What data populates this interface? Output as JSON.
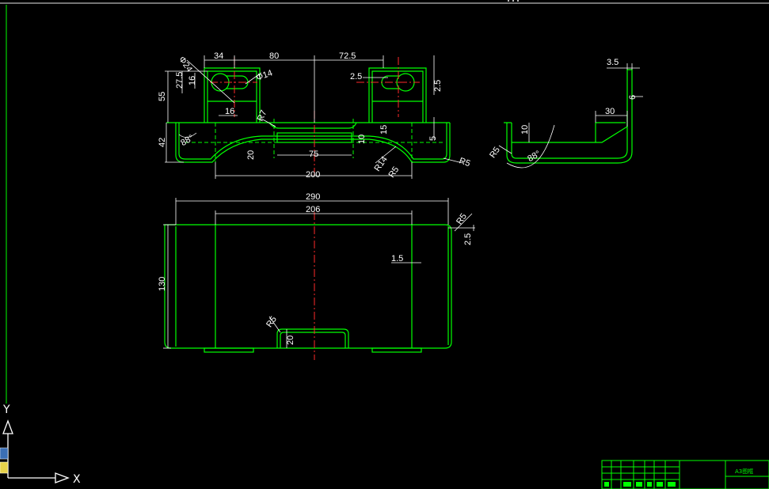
{
  "colors": {
    "background": "#000000",
    "part_outline": "#00ff00",
    "dimension": "#ffffff",
    "centerline": "#ff2a2a",
    "titleblock": "#00ff00"
  },
  "front_view": {
    "dims": {
      "d24": "Φ24",
      "d34": "34",
      "d80": "80",
      "d725": "72.5",
      "d14dia": "Φ14",
      "d275": "27.5",
      "d16a": "16",
      "d55": "55",
      "d16b": "16",
      "r7": "R7",
      "d25a": "2.5",
      "d25b": "2.5",
      "d15": "15",
      "d5": "5",
      "d42": "42",
      "a88": "88°",
      "d20a": "20",
      "d75": "75",
      "d10a": "10",
      "r14": "R14",
      "r5a": "R5",
      "r5b": "R5",
      "d200": "200"
    }
  },
  "side_view": {
    "dims": {
      "d35": "3.5",
      "d6": "6",
      "d30": "30",
      "d10": "10",
      "r5": "R5",
      "a88": "88°"
    }
  },
  "top_view": {
    "dims": {
      "d290": "290",
      "d206": "206",
      "r5a": "R5",
      "d25": "2.5",
      "d15": "1.5",
      "d130": "130",
      "r5b": "R5",
      "d20": "20"
    }
  },
  "ucs": {
    "y_label": "Y",
    "x_label": "X"
  },
  "title_block": {
    "title": "A3图框"
  }
}
